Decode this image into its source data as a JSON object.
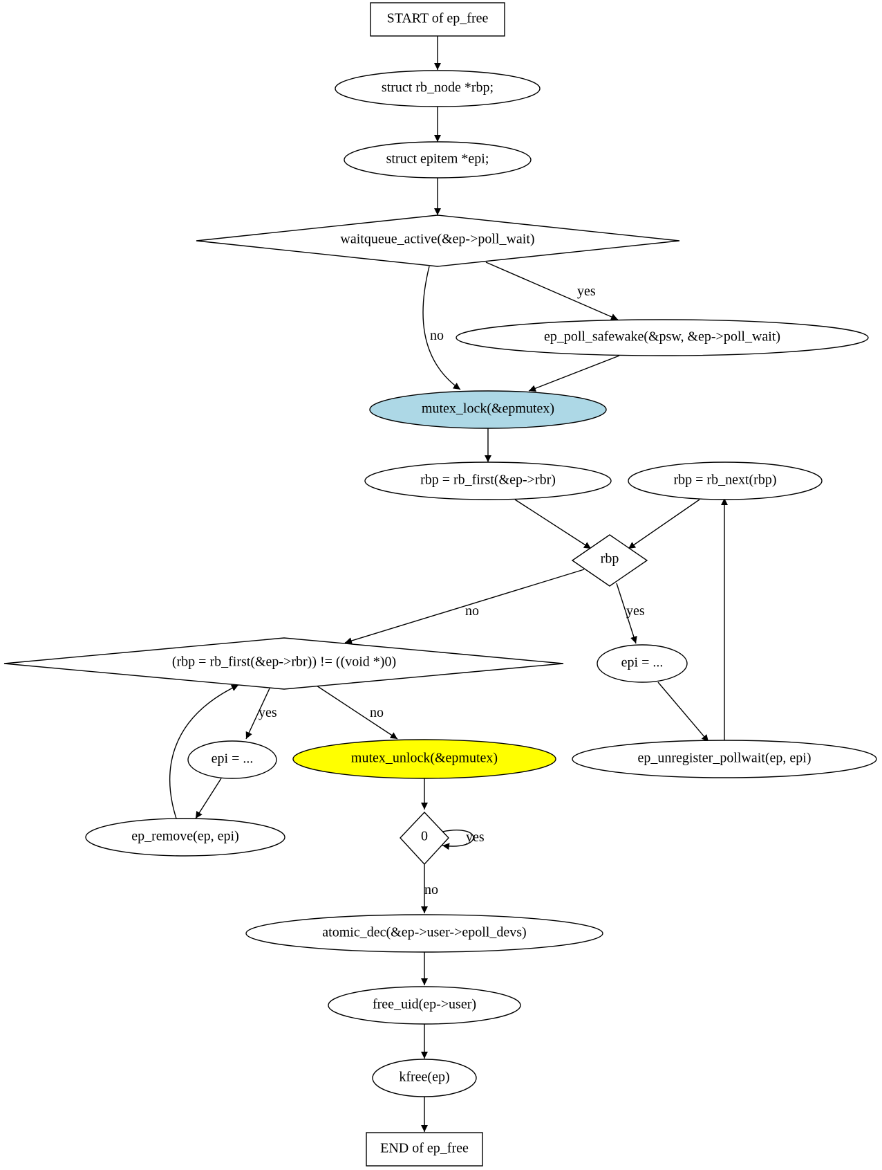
{
  "diagram": {
    "nodes": {
      "start": "START of ep_free",
      "decl_rbp": "struct rb_node *rbp;",
      "decl_epi": "struct epitem *epi;",
      "waitqueue": "waitqueue_active(&ep->poll_wait)",
      "safewake": "ep_poll_safewake(&psw, &ep->poll_wait)",
      "mutex_lock": "mutex_lock(&epmutex)",
      "rb_first": "rbp = rb_first(&ep->rbr)",
      "rb_next": "rbp = rb_next(rbp)",
      "rbp_check": "rbp",
      "rb_first_check": "(rbp = rb_first(&ep->rbr)) != ((void *)0)",
      "epi_assign_right": "epi = ...",
      "unregister": "ep_unregister_pollwait(ep, epi)",
      "epi_assign_left": "epi = ...",
      "ep_remove": "ep_remove(ep, epi)",
      "mutex_unlock": "mutex_unlock(&epmutex)",
      "zero_check": "0",
      "atomic_dec": "atomic_dec(&ep->user->epoll_devs)",
      "free_uid": "free_uid(ep->user)",
      "kfree": "kfree(ep)",
      "end": "END of ep_free"
    },
    "edge_labels": {
      "waitqueue_no": "no",
      "waitqueue_yes": "yes",
      "rbp_no": "no",
      "rbp_yes": "yes",
      "loop2_yes": "yes",
      "loop2_no": "no",
      "zero_yes": "yes",
      "zero_no": "no"
    },
    "colors": {
      "mutex_lock_fill": "#add8e6",
      "mutex_unlock_fill": "#ffff00",
      "stroke": "#000000"
    }
  }
}
